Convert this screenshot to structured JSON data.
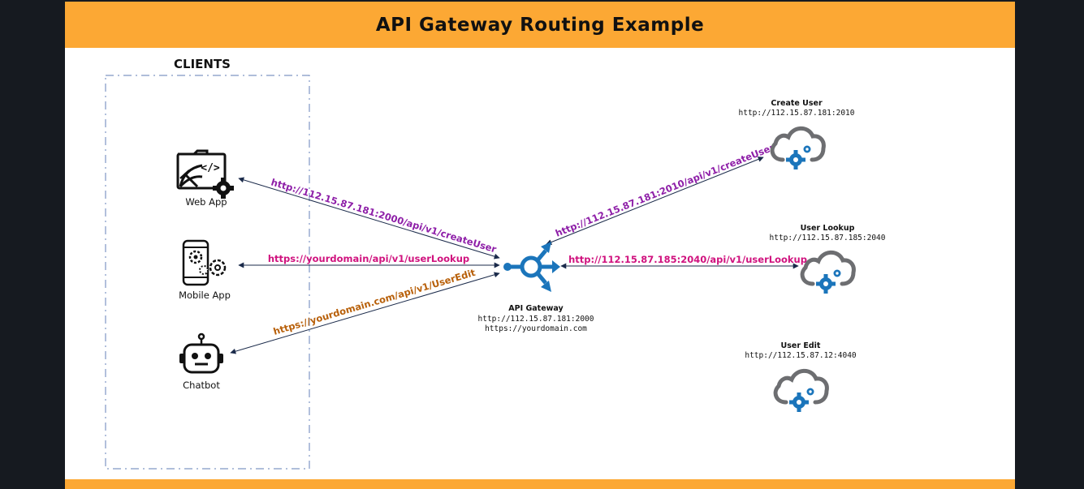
{
  "title": "API Gateway Routing Example",
  "clients_heading": "CLIENTS",
  "clients": [
    {
      "name": "Web App",
      "icon": "web-app-gear-icon"
    },
    {
      "name": "Mobile App",
      "icon": "mobile-app-gears-icon"
    },
    {
      "name": "Chatbot",
      "icon": "robot-icon"
    }
  ],
  "gateway": {
    "name": "API Gateway",
    "url_ip": "http://112.15.87.181:2000",
    "url_domain": "https://yourdomain.com",
    "icon": "gateway-hub-icon"
  },
  "services": [
    {
      "name": "Create User",
      "url": "http://112.15.87.181:2010",
      "icon": "cloud-gear-icon"
    },
    {
      "name": "User Lookup",
      "url": "http://112.15.87.185:2040",
      "icon": "cloud-gear-icon"
    },
    {
      "name": "User Edit",
      "url": "http://112.15.87.12:4040",
      "icon": "cloud-gear-icon"
    }
  ],
  "client_routes": [
    {
      "label": "http://112.15.87.181:2000/api/v1/createUser",
      "color": "#8e1fa8"
    },
    {
      "label": "https://yourdomain/api/v1/userLookup",
      "color": "#d0127e"
    },
    {
      "label": "https://yourdomain.com/api/v1/UserEdit",
      "color": "#b8600a"
    }
  ],
  "service_routes": [
    {
      "label": "http://112.15.87.181:2010/api/v1/createUser",
      "color": "#8e1fa8"
    },
    {
      "label": "http://112.15.87.185:2040/api/v1/userLookup",
      "color": "#d0127e"
    }
  ],
  "colors": {
    "banner": "#fca834",
    "accent_blue": "#1b75bb",
    "cloud_gray": "#6d6e71",
    "dashed_border": "#7f97c4"
  }
}
